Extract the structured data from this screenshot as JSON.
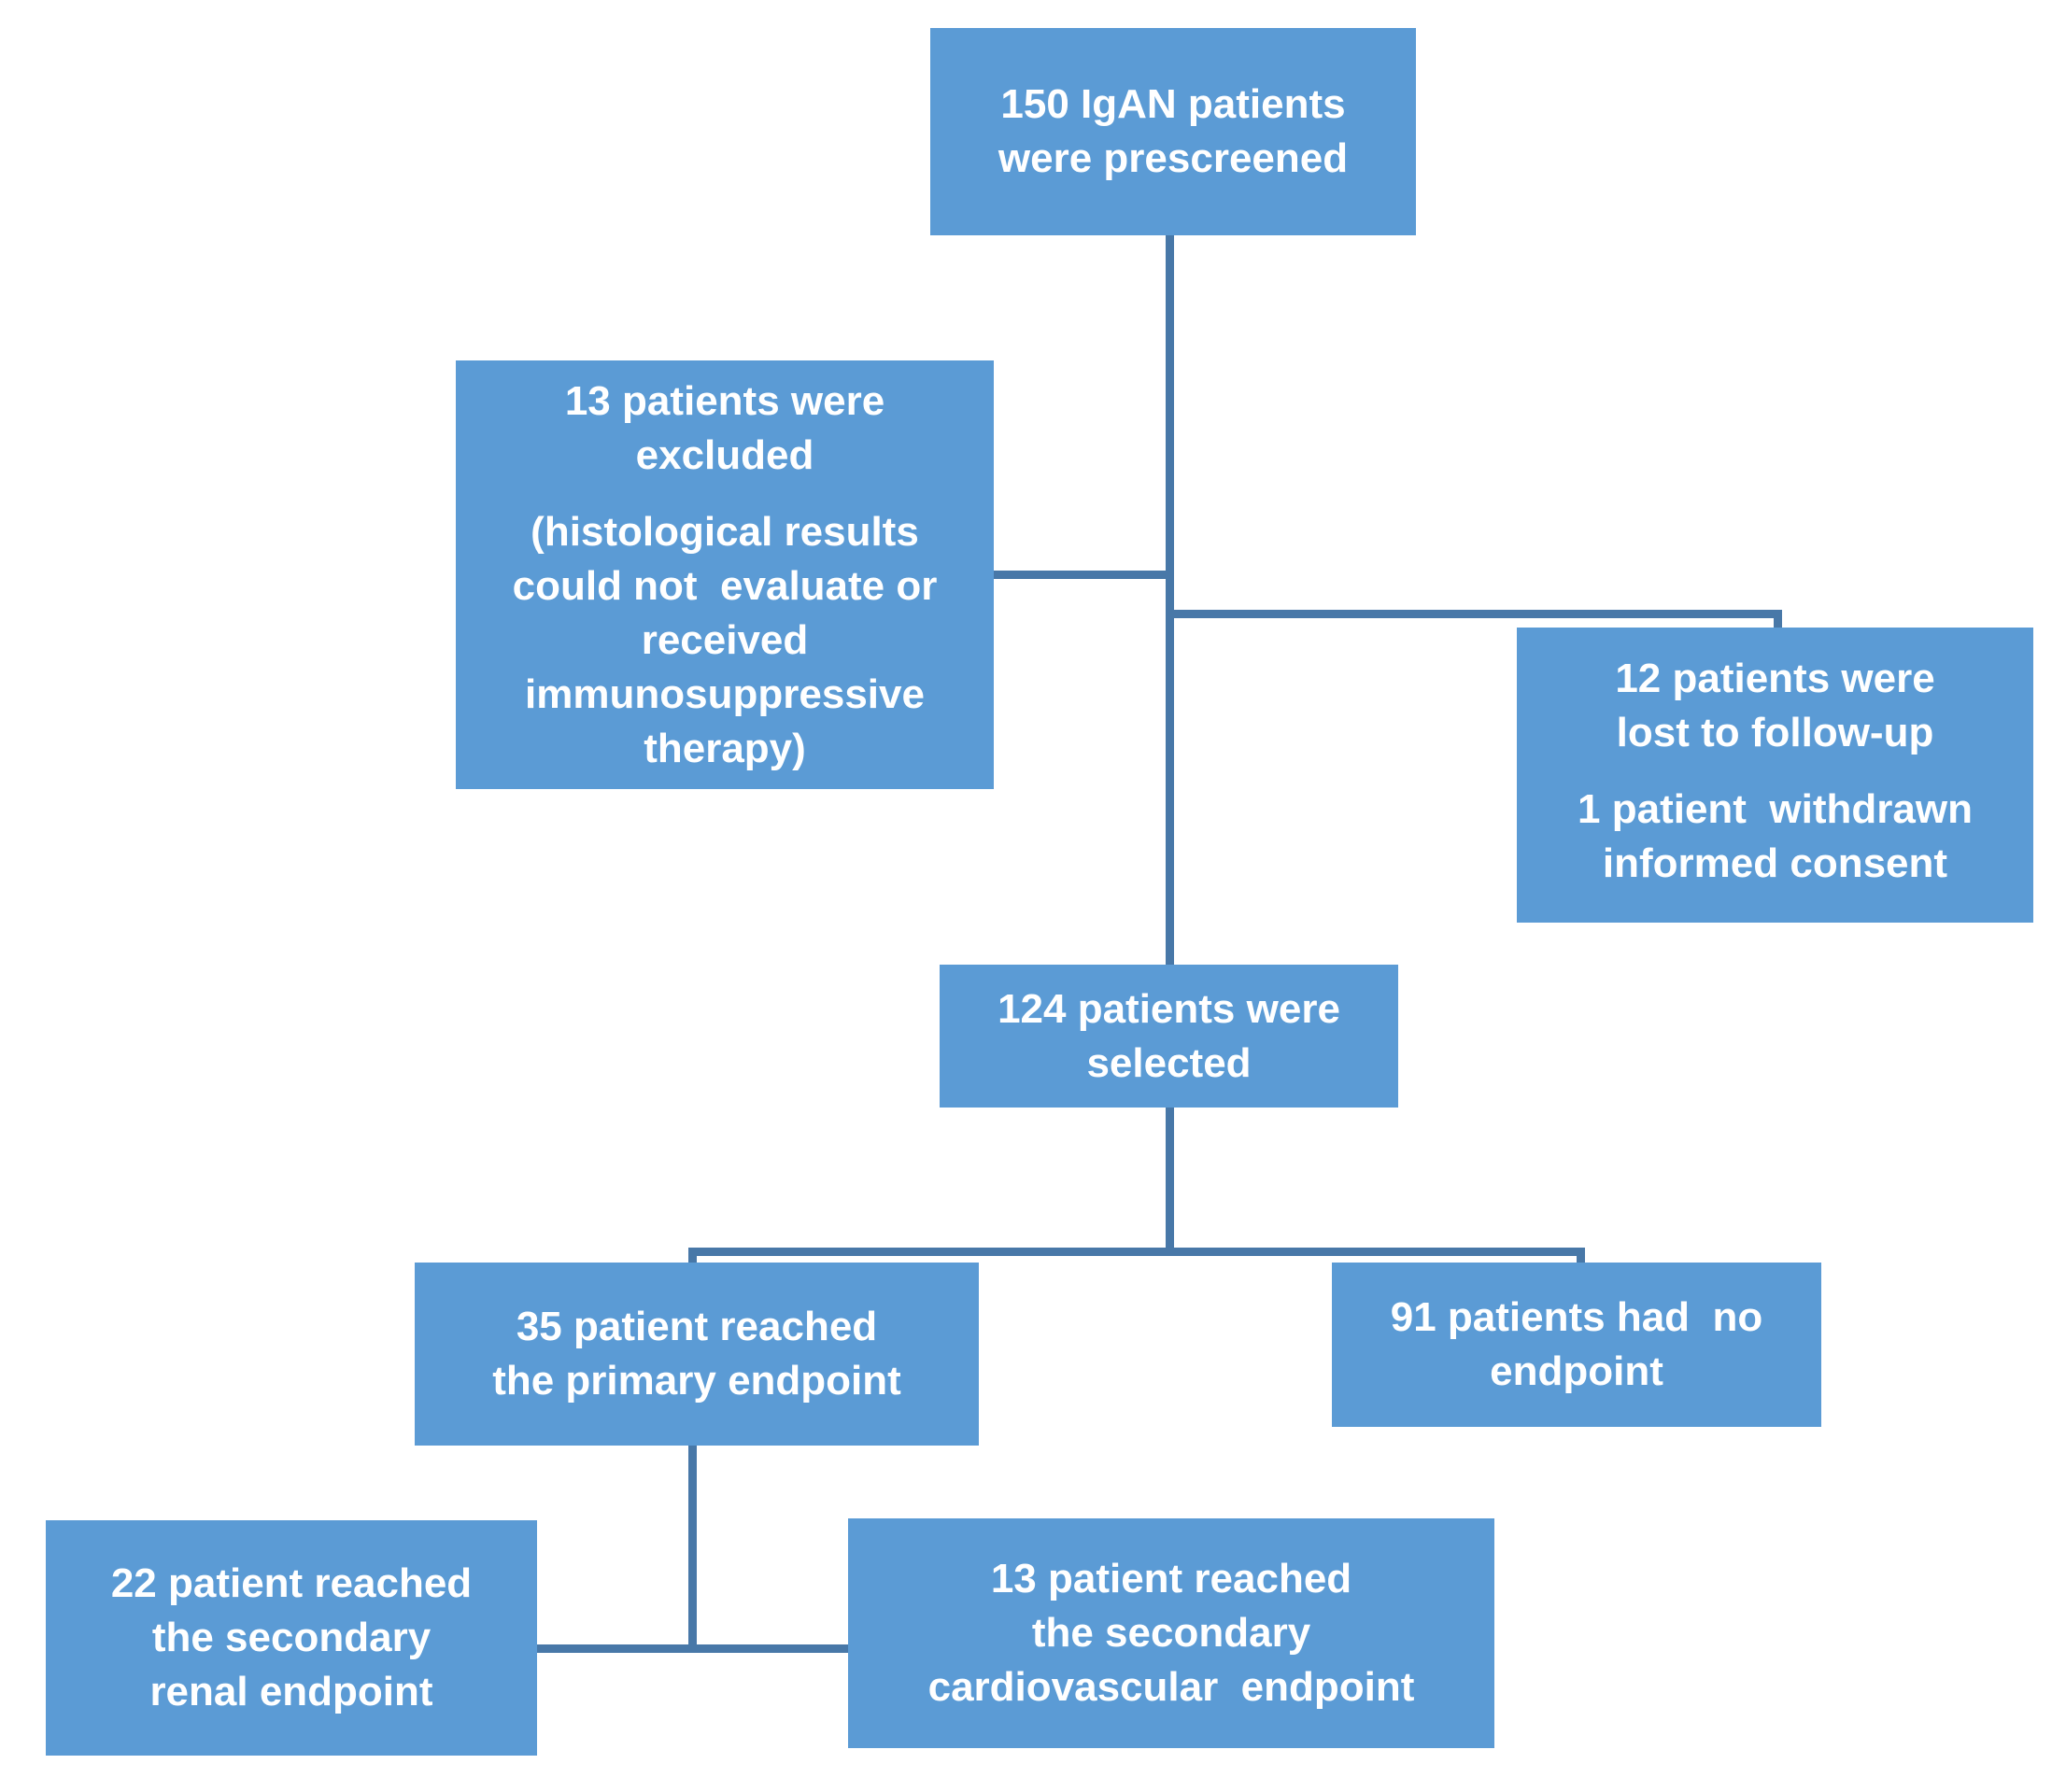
{
  "diagram": {
    "colors": {
      "box_fill": "#5B9BD5",
      "connector": "#4878A8",
      "text": "#FFFFFF",
      "background": "#FFFFFF"
    },
    "boxes": {
      "prescreened": {
        "lines": [
          "150 IgAN patients",
          "were prescreened"
        ]
      },
      "excluded": {
        "paragraphs": [
          [
            "13 patients were",
            "excluded"
          ],
          [
            "(histological results",
            "could not  evaluate or",
            "received",
            "immunosuppressive",
            "therapy)"
          ]
        ]
      },
      "lost": {
        "paragraphs": [
          [
            "12 patients were",
            "lost to follow-up"
          ],
          [
            "1 patient  withdrawn",
            "informed consent"
          ]
        ]
      },
      "selected": {
        "lines": [
          "124 patients were",
          "selected"
        ]
      },
      "primary": {
        "lines": [
          "35 patient reached",
          "the primary endpoint"
        ]
      },
      "no_endpoint": {
        "lines": [
          "91 patients had  no",
          "endpoint"
        ]
      },
      "secondary_renal": {
        "lines": [
          "22 patient reached",
          "the secondary",
          "renal endpoint"
        ]
      },
      "secondary_cardiovascular": {
        "lines": [
          "13 patient reached",
          "the secondary",
          "cardiovascular  endpoint"
        ]
      }
    },
    "edges": [
      {
        "from": "prescreened",
        "to": "selected"
      },
      {
        "from": "prescreened",
        "to": "excluded"
      },
      {
        "from": "prescreened",
        "to": "lost"
      },
      {
        "from": "selected",
        "to": "primary"
      },
      {
        "from": "selected",
        "to": "no_endpoint"
      },
      {
        "from": "primary",
        "to": "secondary_renal"
      },
      {
        "from": "primary",
        "to": "secondary_cardiovascular"
      }
    ]
  }
}
